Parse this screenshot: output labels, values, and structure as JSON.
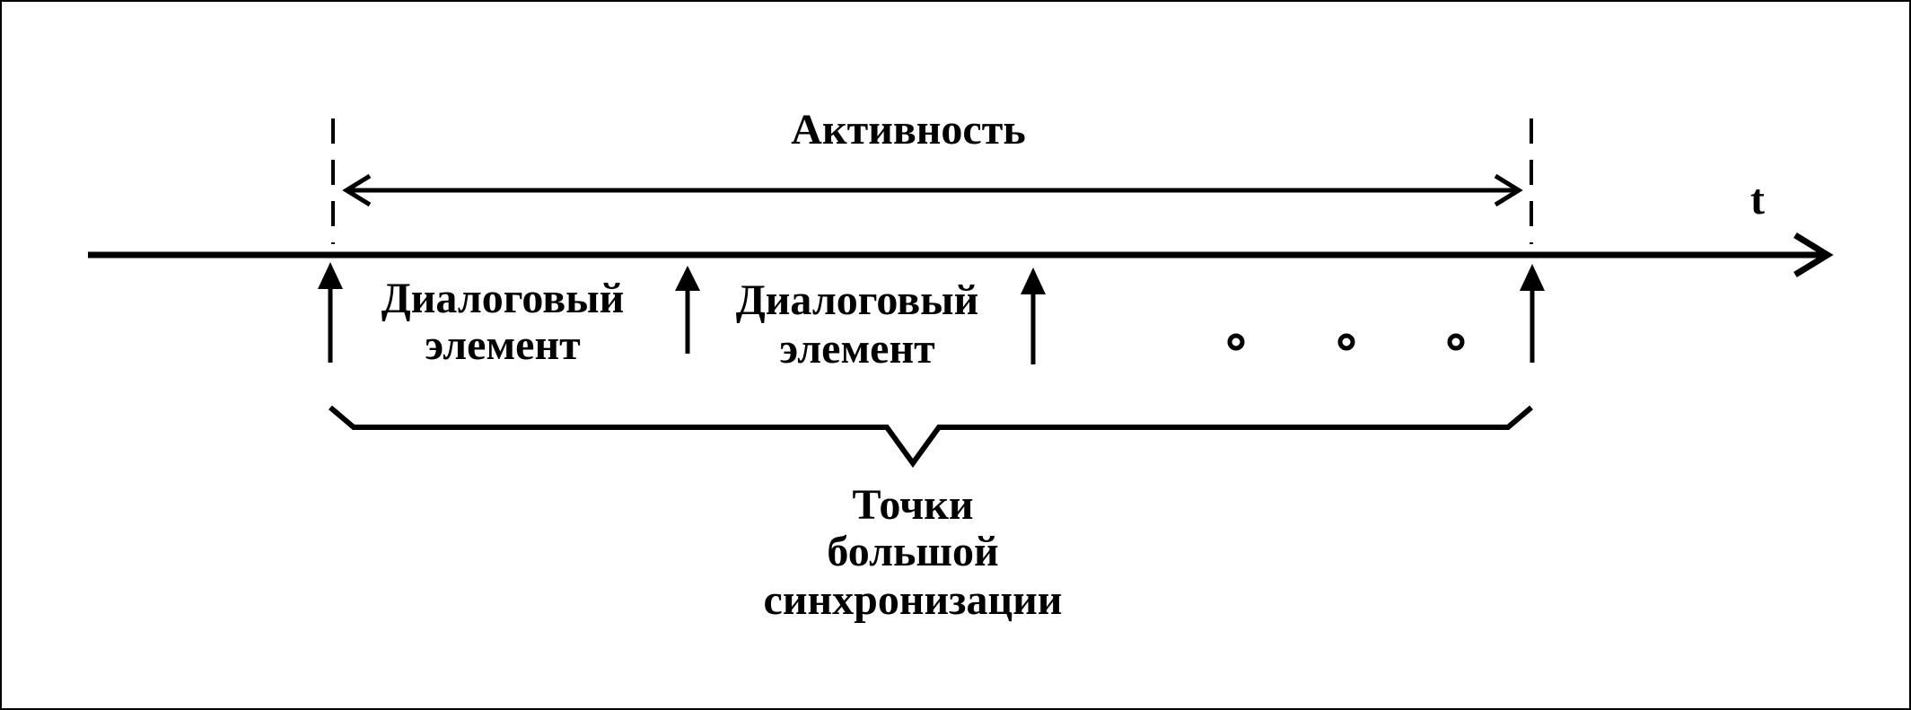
{
  "diagram": {
    "activity_label": "Активность",
    "time_axis_label": "t",
    "segments": [
      {
        "line1": "Диалоговый",
        "line2": "элемент"
      },
      {
        "line1": "Диалоговый",
        "line2": "элемент"
      }
    ],
    "sync_label": [
      "Точки",
      "большой",
      "синхронизации"
    ],
    "colors": {
      "ink": "#000000",
      "background": "#ffffff"
    }
  }
}
